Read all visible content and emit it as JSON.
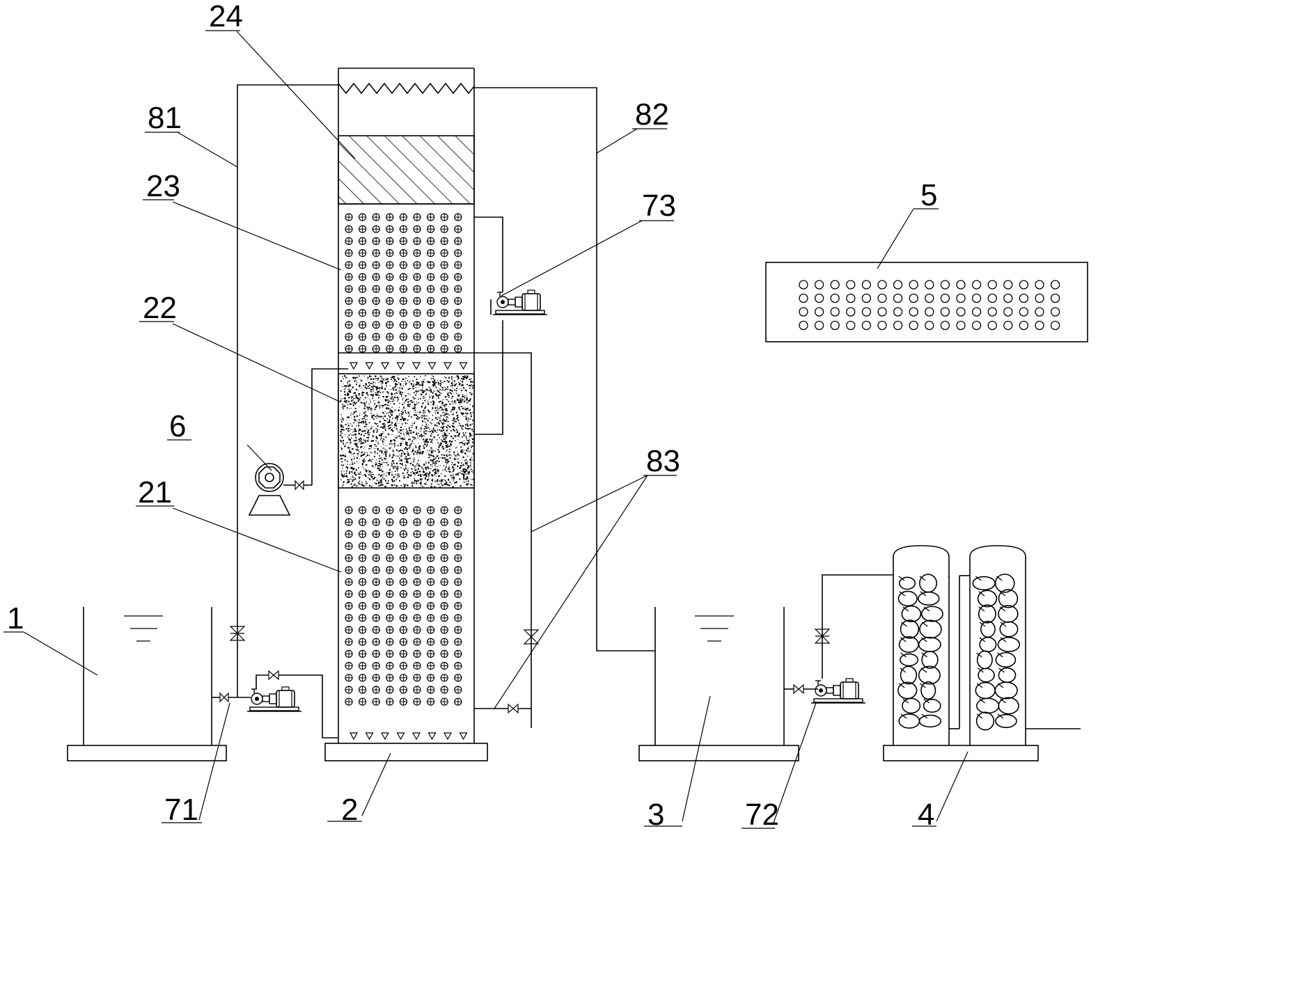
{
  "labels": {
    "l1": "1",
    "l2": "2",
    "l3": "3",
    "l4": "4",
    "l5": "5",
    "l6": "6",
    "l21": "21",
    "l22": "22",
    "l23": "23",
    "l24": "24",
    "l71": "71",
    "l72": "72",
    "l73": "73",
    "l81": "81",
    "l82": "82",
    "l83": "83"
  }
}
